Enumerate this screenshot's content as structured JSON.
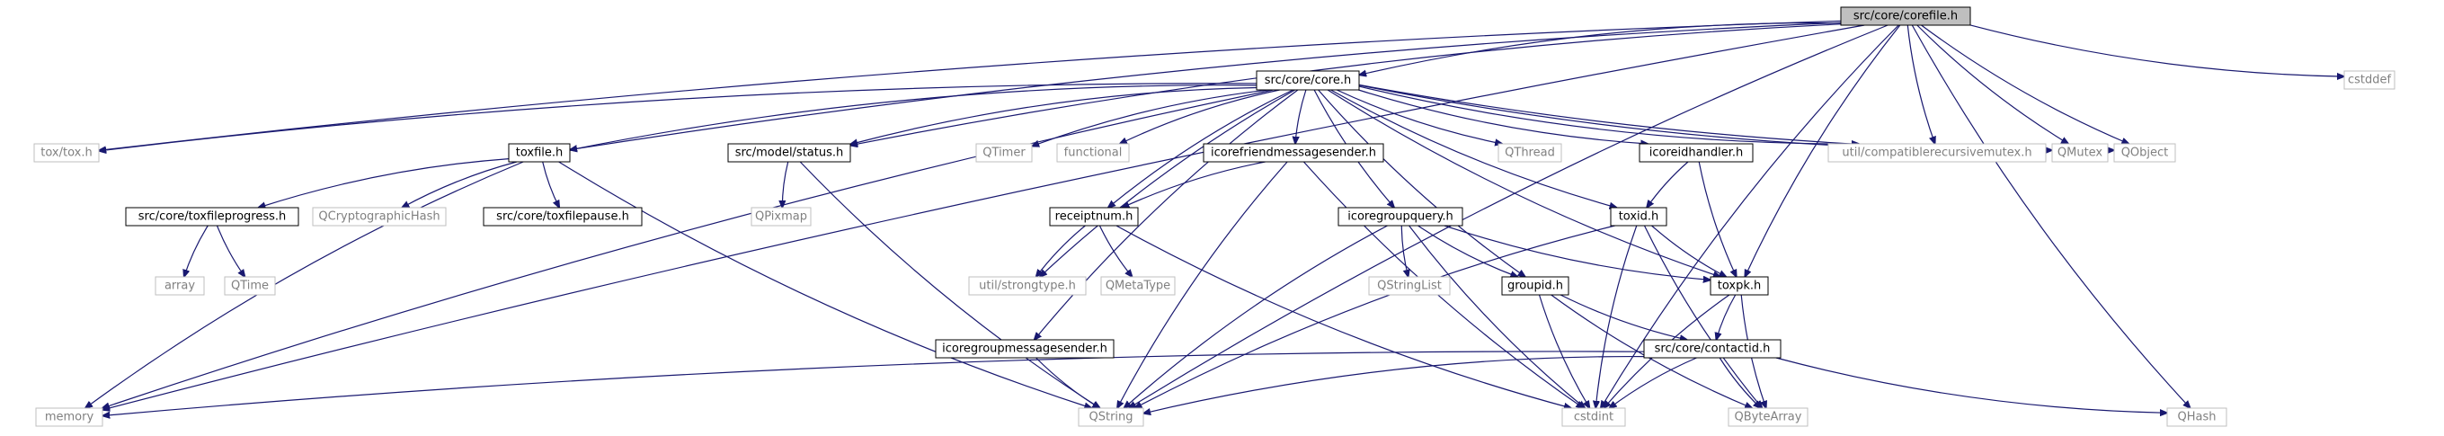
{
  "diagram": {
    "title": "",
    "colors": {
      "edge": "#191970",
      "project_border": "#000000",
      "external_border": "#bfbfbf",
      "external_text": "#808080",
      "root_fill": "#bfbfbf"
    },
    "nodes": [
      {
        "id": "root",
        "label": "src/core/corefile.h",
        "kind": "root"
      },
      {
        "id": "core",
        "label": "src/core/core.h",
        "kind": "project"
      },
      {
        "id": "cstddef",
        "label": "cstddef",
        "kind": "external"
      },
      {
        "id": "toxtox",
        "label": "tox/tox.h",
        "kind": "external"
      },
      {
        "id": "toxfile",
        "label": "toxfile.h",
        "kind": "project"
      },
      {
        "id": "status",
        "label": "src/model/status.h",
        "kind": "project"
      },
      {
        "id": "qtimer",
        "label": "QTimer",
        "kind": "external"
      },
      {
        "id": "functional",
        "label": "functional",
        "kind": "external"
      },
      {
        "id": "icfms",
        "label": "icorefriendmessagesender.h",
        "kind": "project"
      },
      {
        "id": "qthread",
        "label": "QThread",
        "kind": "external"
      },
      {
        "id": "icih",
        "label": "icoreidhandler.h",
        "kind": "project"
      },
      {
        "id": "crm",
        "label": "util/compatiblerecursivemutex.h",
        "kind": "external"
      },
      {
        "id": "qmutex",
        "label": "QMutex",
        "kind": "external"
      },
      {
        "id": "qobject",
        "label": "QObject",
        "kind": "external"
      },
      {
        "id": "tfprog",
        "label": "src/core/toxfileprogress.h",
        "kind": "project"
      },
      {
        "id": "qcrypto",
        "label": "QCryptographicHash",
        "kind": "external"
      },
      {
        "id": "tfpause",
        "label": "src/core/toxfilepause.h",
        "kind": "project"
      },
      {
        "id": "qpixmap",
        "label": "QPixmap",
        "kind": "external"
      },
      {
        "id": "receiptnum",
        "label": "receiptnum.h",
        "kind": "project"
      },
      {
        "id": "icgq",
        "label": "icoregroupquery.h",
        "kind": "project"
      },
      {
        "id": "toxid",
        "label": "toxid.h",
        "kind": "project"
      },
      {
        "id": "array",
        "label": "array",
        "kind": "external"
      },
      {
        "id": "qtime",
        "label": "QTime",
        "kind": "external"
      },
      {
        "id": "strongtype",
        "label": "util/strongtype.h",
        "kind": "external"
      },
      {
        "id": "qmetatype",
        "label": "QMetaType",
        "kind": "external"
      },
      {
        "id": "qstringlist",
        "label": "QStringList",
        "kind": "external"
      },
      {
        "id": "groupid",
        "label": "groupid.h",
        "kind": "project"
      },
      {
        "id": "toxpk",
        "label": "toxpk.h",
        "kind": "project"
      },
      {
        "id": "icgms",
        "label": "icoregroupmessagesender.h",
        "kind": "project"
      },
      {
        "id": "contactid",
        "label": "src/core/contactid.h",
        "kind": "project"
      },
      {
        "id": "memory",
        "label": "memory",
        "kind": "external"
      },
      {
        "id": "qstring",
        "label": "QString",
        "kind": "external"
      },
      {
        "id": "cstdint",
        "label": "cstdint",
        "kind": "external"
      },
      {
        "id": "qbytearray",
        "label": "QByteArray",
        "kind": "external"
      },
      {
        "id": "qhash",
        "label": "QHash",
        "kind": "external"
      }
    ],
    "edges": [
      [
        "root",
        "core"
      ],
      [
        "root",
        "cstddef"
      ],
      [
        "root",
        "toxtox"
      ],
      [
        "root",
        "toxfile"
      ],
      [
        "root",
        "status"
      ],
      [
        "root",
        "crm"
      ],
      [
        "root",
        "qmutex"
      ],
      [
        "root",
        "qobject"
      ],
      [
        "root",
        "memory"
      ],
      [
        "root",
        "qstring"
      ],
      [
        "root",
        "cstdint"
      ],
      [
        "root",
        "toxpk"
      ],
      [
        "root",
        "qhash"
      ],
      [
        "core",
        "toxtox"
      ],
      [
        "core",
        "toxfile"
      ],
      [
        "core",
        "status"
      ],
      [
        "core",
        "qtimer"
      ],
      [
        "core",
        "functional"
      ],
      [
        "core",
        "icfms"
      ],
      [
        "core",
        "qthread"
      ],
      [
        "core",
        "icih"
      ],
      [
        "core",
        "crm"
      ],
      [
        "core",
        "qmutex"
      ],
      [
        "core",
        "qobject"
      ],
      [
        "core",
        "memory"
      ],
      [
        "core",
        "receiptnum"
      ],
      [
        "core",
        "icgq"
      ],
      [
        "core",
        "toxid"
      ],
      [
        "core",
        "strongtype"
      ],
      [
        "core",
        "groupid"
      ],
      [
        "core",
        "toxpk"
      ],
      [
        "core",
        "icgms"
      ],
      [
        "toxfile",
        "tfprog"
      ],
      [
        "toxfile",
        "qcrypto"
      ],
      [
        "toxfile",
        "tfpause"
      ],
      [
        "toxfile",
        "memory"
      ],
      [
        "toxfile",
        "qstring"
      ],
      [
        "tfprog",
        "array"
      ],
      [
        "tfprog",
        "qtime"
      ],
      [
        "status",
        "qpixmap"
      ],
      [
        "status",
        "qstring"
      ],
      [
        "icfms",
        "receiptnum"
      ],
      [
        "icfms",
        "qstring"
      ],
      [
        "icfms",
        "cstdint"
      ],
      [
        "receiptnum",
        "strongtype"
      ],
      [
        "receiptnum",
        "qmetatype"
      ],
      [
        "receiptnum",
        "cstdint"
      ],
      [
        "icih",
        "toxid"
      ],
      [
        "icih",
        "toxpk"
      ],
      [
        "icgq",
        "qstringlist"
      ],
      [
        "icgq",
        "groupid"
      ],
      [
        "icgq",
        "toxpk"
      ],
      [
        "icgq",
        "qstring"
      ],
      [
        "icgq",
        "cstdint"
      ],
      [
        "toxid",
        "toxpk"
      ],
      [
        "toxid",
        "qstring"
      ],
      [
        "toxid",
        "cstdint"
      ],
      [
        "toxid",
        "qbytearray"
      ],
      [
        "groupid",
        "contactid"
      ],
      [
        "groupid",
        "qbytearray"
      ],
      [
        "groupid",
        "cstdint"
      ],
      [
        "toxpk",
        "contactid"
      ],
      [
        "toxpk",
        "qbytearray"
      ],
      [
        "toxpk",
        "cstdint"
      ],
      [
        "icgms",
        "qstring"
      ],
      [
        "contactid",
        "memory"
      ],
      [
        "contactid",
        "qstring"
      ],
      [
        "contactid",
        "cstdint"
      ],
      [
        "contactid",
        "qbytearray"
      ],
      [
        "contactid",
        "qhash"
      ]
    ]
  }
}
